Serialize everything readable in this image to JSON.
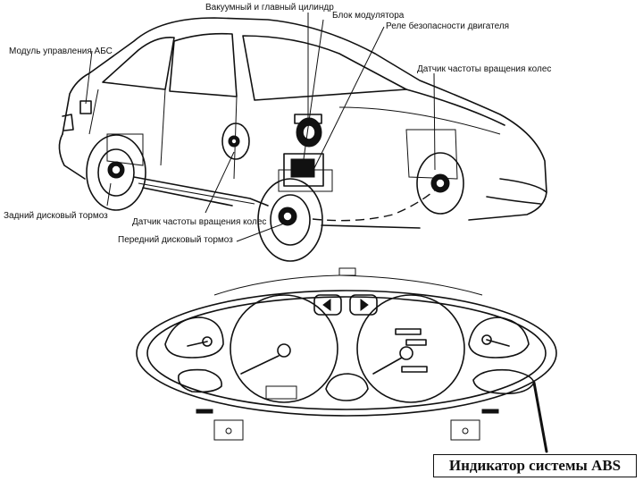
{
  "labels": {
    "abs_module": "Модуль управления АБС",
    "vacuum_cylinder": "Вакуумный и главный цилиндр",
    "modulator": "Блок модулятора",
    "engine_relay": "Реле безопасности двигателя",
    "wheel_sensor_right": "Датчик частоты вращения колес",
    "rear_brake": "Задний дисковый тормоз",
    "wheel_sensor_center": "Датчик частоты вращения колес",
    "front_brake": "Передний дисковый тормоз"
  },
  "indicator": {
    "caption": "Индикатор системы ABS"
  }
}
